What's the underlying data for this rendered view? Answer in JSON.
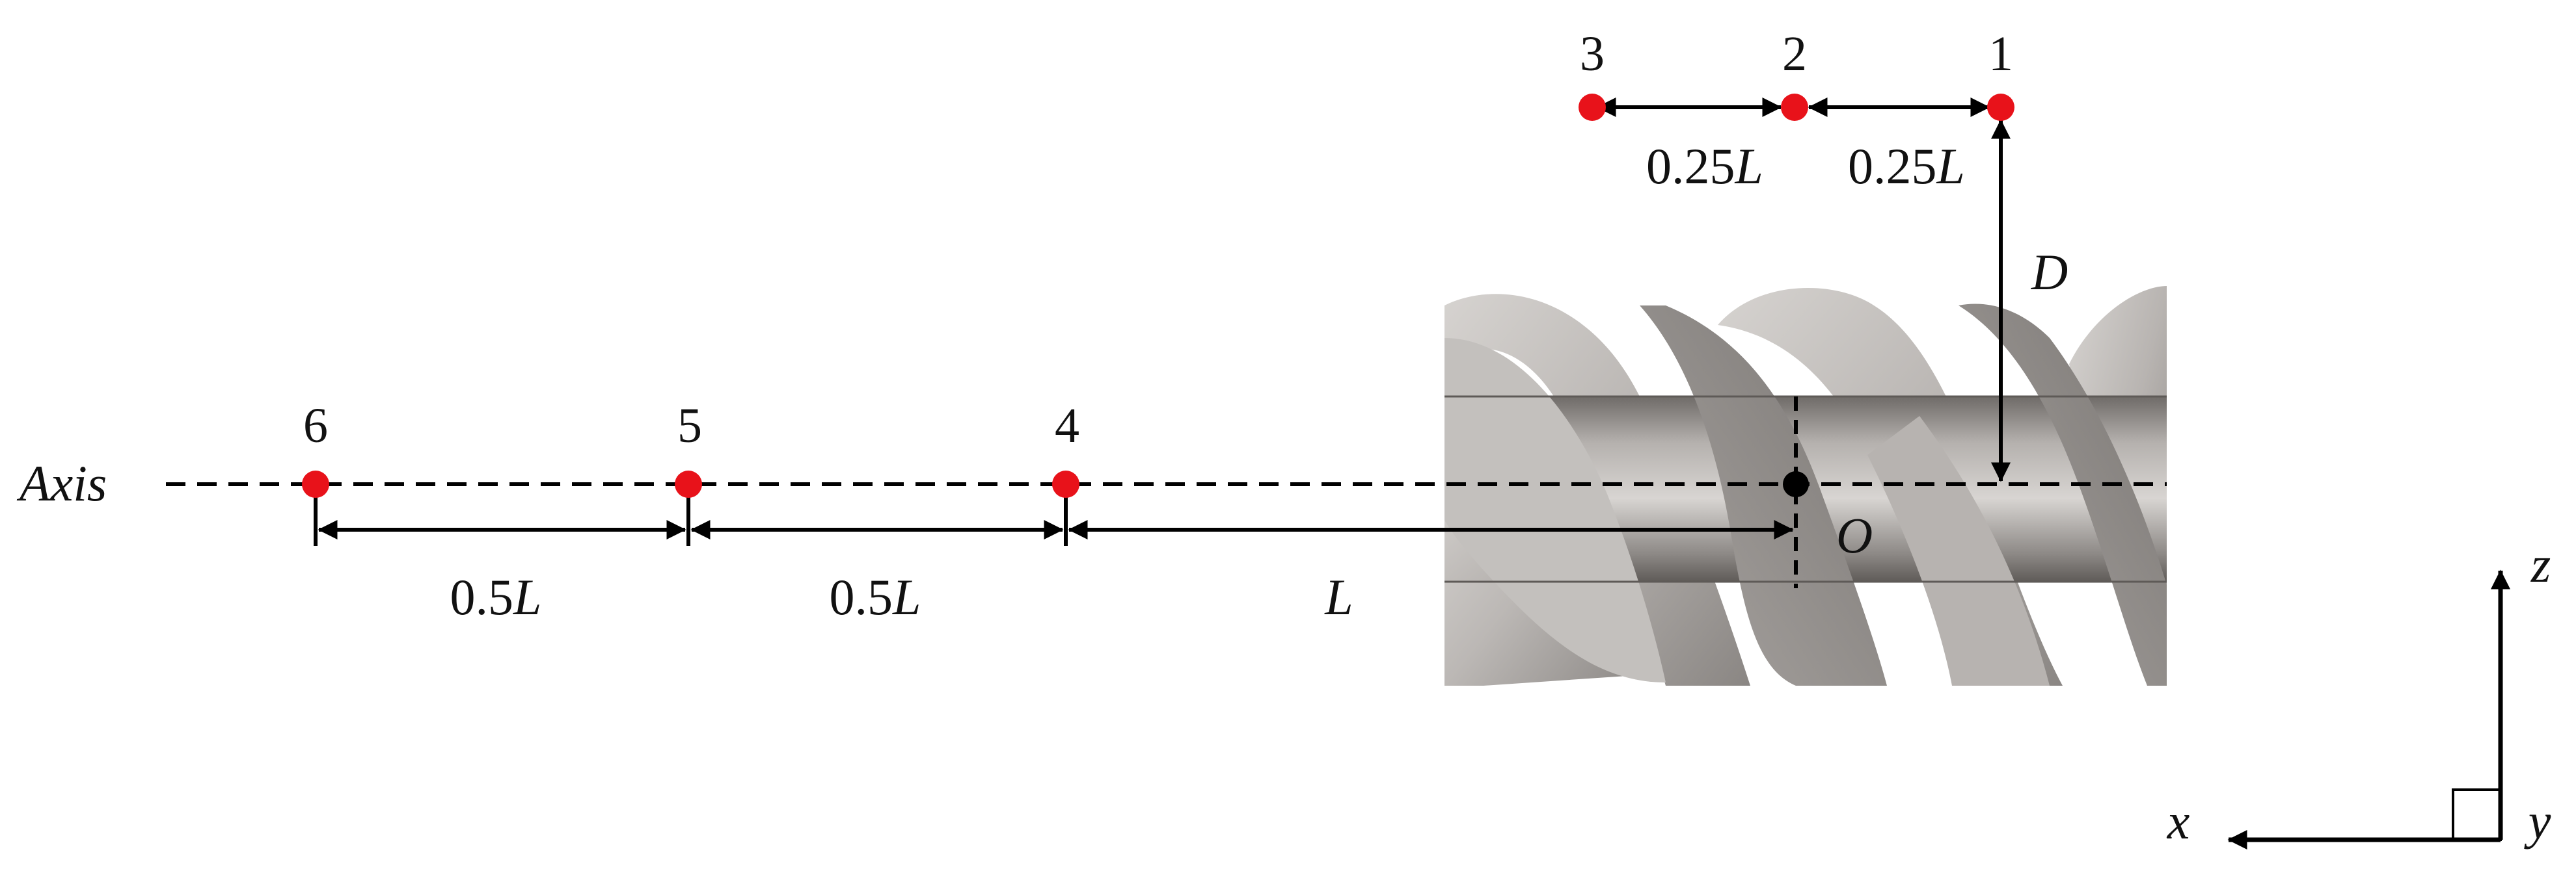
{
  "colors": {
    "point": "#e8121a",
    "origin": "#000000",
    "line": "#000000",
    "screw_light": "#c9c6c3",
    "screw_mid": "#9f9b98",
    "screw_dark": "#6b6764"
  },
  "axis_label": "Axis",
  "origin_label": "O",
  "points": [
    {
      "id": "1",
      "label": "1"
    },
    {
      "id": "2",
      "label": "2"
    },
    {
      "id": "3",
      "label": "3"
    },
    {
      "id": "4",
      "label": "4"
    },
    {
      "id": "5",
      "label": "5"
    },
    {
      "id": "6",
      "label": "6"
    }
  ],
  "dimensions": {
    "d_3_2": {
      "coef": "0.25",
      "sym": "L"
    },
    "d_2_1": {
      "coef": "0.25",
      "sym": "L"
    },
    "d_6_5": {
      "coef": "0.5",
      "sym": "L"
    },
    "d_5_4": {
      "coef": "0.5",
      "sym": "L"
    },
    "d_4_O": {
      "coef": "",
      "sym": "L"
    },
    "d_D": {
      "coef": "",
      "sym": "D"
    }
  },
  "coordinate_axes": {
    "x": "x",
    "y": "y",
    "z": "z"
  }
}
